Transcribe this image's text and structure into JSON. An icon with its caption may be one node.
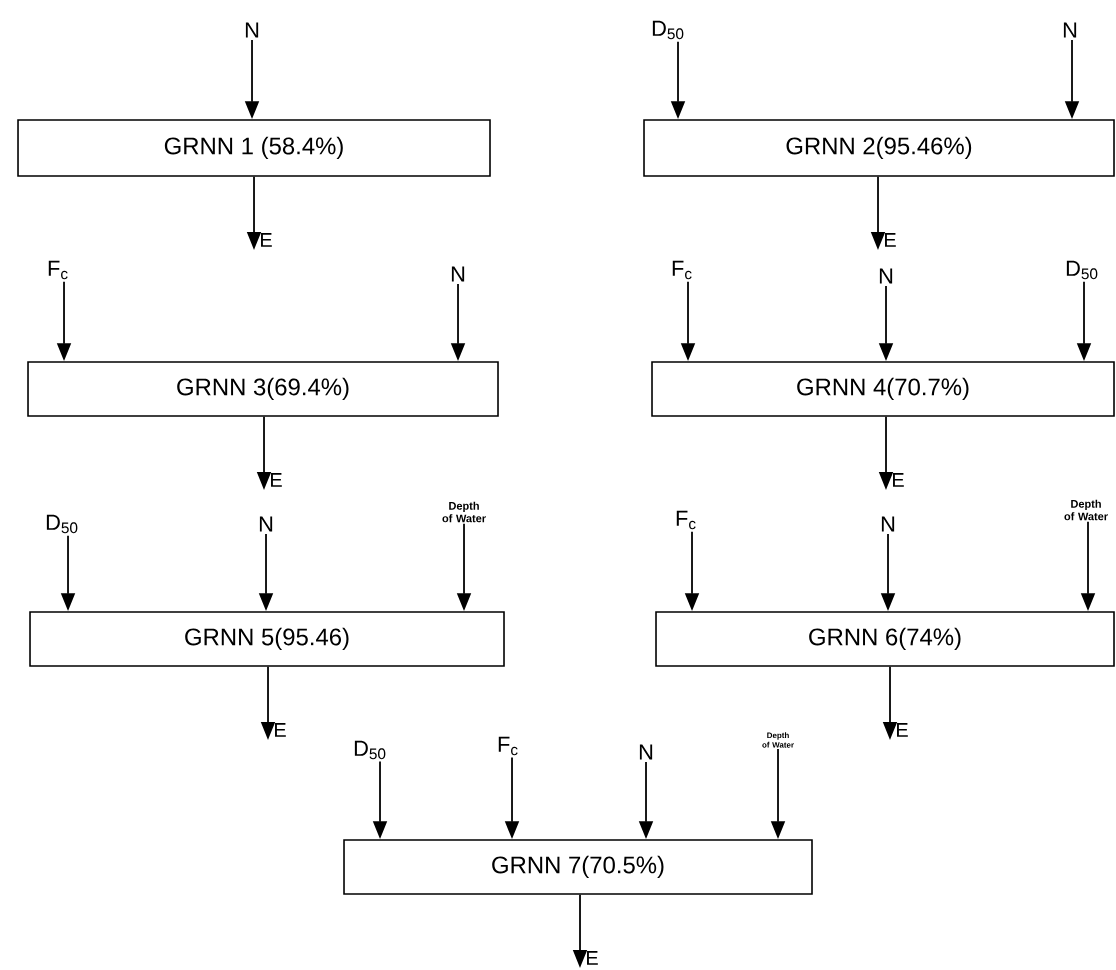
{
  "diagram": {
    "nodes": [
      {
        "text": [
          "N"
        ]
      },
      {
        "text": [
          "D$_{50}$"
        ]
      },
      {
        "text": [
          "N"
        ]
      },
      {
        "text": [
          "GRNN 1 (58.4%)"
        ]
      },
      {
        "text": [
          "GRNN 2(95.46%)"
        ]
      },
      {
        "text": [
          "E"
        ]
      },
      {
        "text": [
          "E"
        ]
      },
      {
        "text": [
          "F$_{c}$"
        ]
      },
      {
        "text": [
          "N"
        ]
      },
      {
        "text": [
          "F$_{c}$"
        ]
      },
      {
        "text": [
          "N"
        ]
      },
      {
        "text": [
          "D$_{50}$"
        ]
      },
      {
        "text": [
          "GRNN 3(69.4%)"
        ]
      },
      {
        "text": [
          "GRNN 4(70.7%)"
        ]
      },
      {
        "text": [
          "E"
        ]
      },
      {
        "text": [
          "E"
        ]
      },
      {
        "text": [
          "D$_{50}$"
        ]
      },
      {
        "text": [
          "N"
        ]
      },
      {
        "text": [
          "Depth of Water"
        ]
      },
      {
        "text": [
          "F$_{c}$"
        ]
      },
      {
        "text": [
          "N"
        ]
      },
      {
        "text": [
          "Depth of Water"
        ]
      },
      {
        "text": [
          "GRNN 5(95.46)"
        ]
      },
      {
        "text": [
          "GRNN 6(74%)"
        ]
      },
      {
        "text": [
          "E"
        ]
      },
      {
        "text": [
          "E"
        ]
      },
      {
        "text": [
          "D$_{50}$"
        ]
      },
      {
        "text": [
          "F$_{c}$"
        ]
      },
      {
        "text": [
          "N"
        ]
      },
      {
        "text": [
          "Depth of Water"
        ]
      },
      {
        "text": [
          "GRNN 7(70.5%)"
        ]
      },
      {
        "text": [
          "E"
        ]
      }
    ],
    "edges": [
      {
        "from": 0,
        "to": 3,
        "arrow": "to"
      },
      {
        "from": 1,
        "to": 4,
        "arrow": "to"
      },
      {
        "from": 2,
        "to": 4,
        "arrow": "to"
      },
      {
        "from": 3,
        "to": 5,
        "arrow": "to"
      },
      {
        "from": 4,
        "to": 6,
        "arrow": "to"
      },
      {
        "from": 7,
        "to": 12,
        "arrow": "to"
      },
      {
        "from": 8,
        "to": 12,
        "arrow": "to"
      },
      {
        "from": 9,
        "to": 13,
        "arrow": "to"
      },
      {
        "from": 10,
        "to": 13,
        "arrow": "to"
      },
      {
        "from": 11,
        "to": 13,
        "arrow": "to"
      },
      {
        "from": 12,
        "to": 14,
        "arrow": "to"
      },
      {
        "from": 13,
        "to": 15,
        "arrow": "to"
      },
      {
        "from": 16,
        "to": 22,
        "arrow": "to"
      },
      {
        "from": 17,
        "to": 22,
        "arrow": "to"
      },
      {
        "from": 18,
        "to": 22,
        "arrow": "to"
      },
      {
        "from": 19,
        "to": 23,
        "arrow": "to"
      },
      {
        "from": 20,
        "to": 23,
        "arrow": "to"
      },
      {
        "from": 21,
        "to": 23,
        "arrow": "to"
      },
      {
        "from": 22,
        "to": 24,
        "arrow": "to"
      },
      {
        "from": 23,
        "to": 25,
        "arrow": "to"
      },
      {
        "from": 26,
        "to": 30,
        "arrow": "to"
      },
      {
        "from": 27,
        "to": 30,
        "arrow": "to"
      },
      {
        "from": 28,
        "to": 30,
        "arrow": "to"
      },
      {
        "from": 29,
        "to": 30,
        "arrow": "to"
      },
      {
        "from": 30,
        "to": 31,
        "arrow": "to"
      }
    ]
  }
}
